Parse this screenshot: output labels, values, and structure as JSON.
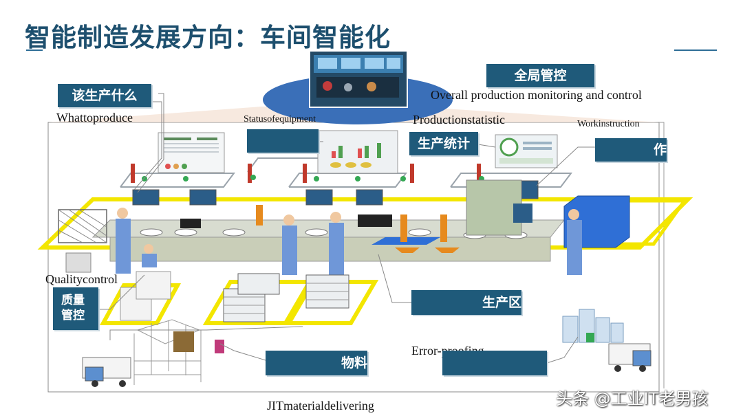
{
  "title": "智能制造发展方向：车间智能化",
  "labels": {
    "overall_cn": "全局管控",
    "overall_en": "Overall production monitoring and control",
    "what_cn": "该生产什么",
    "what_en": "Whattoproduce",
    "status_en": "Statusofequipment",
    "stat_cn": "生产统计",
    "stat_en": "Productionstatistic",
    "work_cn": "作",
    "work_en": "Workinstruction",
    "quality_cn": "质量管控",
    "quality_en": "Qualitycontrol",
    "prodline_cn": "生产区",
    "error_en": "Error-proofing",
    "material_cn": "物料",
    "jit_en": "JITmaterialdelivering"
  },
  "watermark": "头条 @工业IT老男孩",
  "colors": {
    "box": "#1f5a7a",
    "title": "#1d4f6e",
    "floor_yellow": "#f3e600",
    "worker_blue": "#6f97d8",
    "ellipse": "#3a6fb8"
  }
}
